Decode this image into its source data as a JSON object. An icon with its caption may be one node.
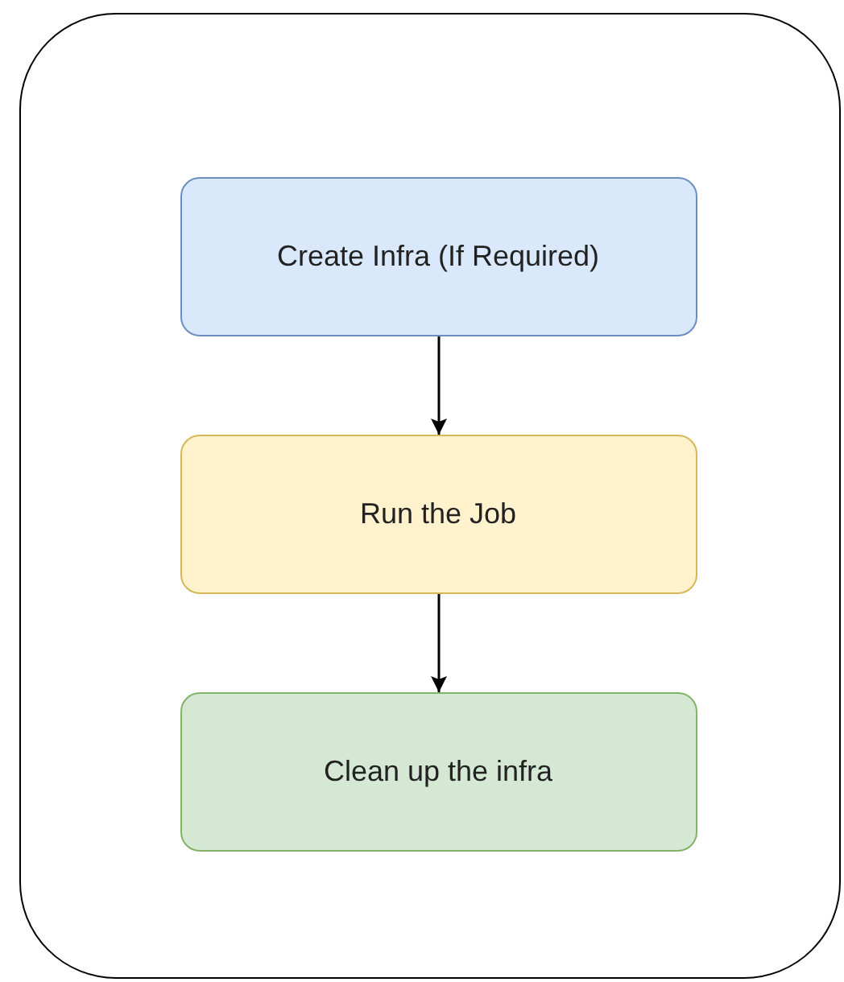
{
  "diagram": {
    "nodes": [
      {
        "text": [],
        "shape": "box"
      },
      {
        "text": [
          "Create Infra (If Required)"
        ],
        "in": 0
      },
      {
        "text": [
          "Run the Job"
        ],
        "in": 0
      },
      {
        "text": [
          "Clean up the infra"
        ],
        "in": 0
      }
    ],
    "edges": [
      {
        "from": 1,
        "to": 2,
        "arrow": "to"
      },
      {
        "from": 2,
        "to": 3,
        "arrow": "to"
      }
    ]
  }
}
